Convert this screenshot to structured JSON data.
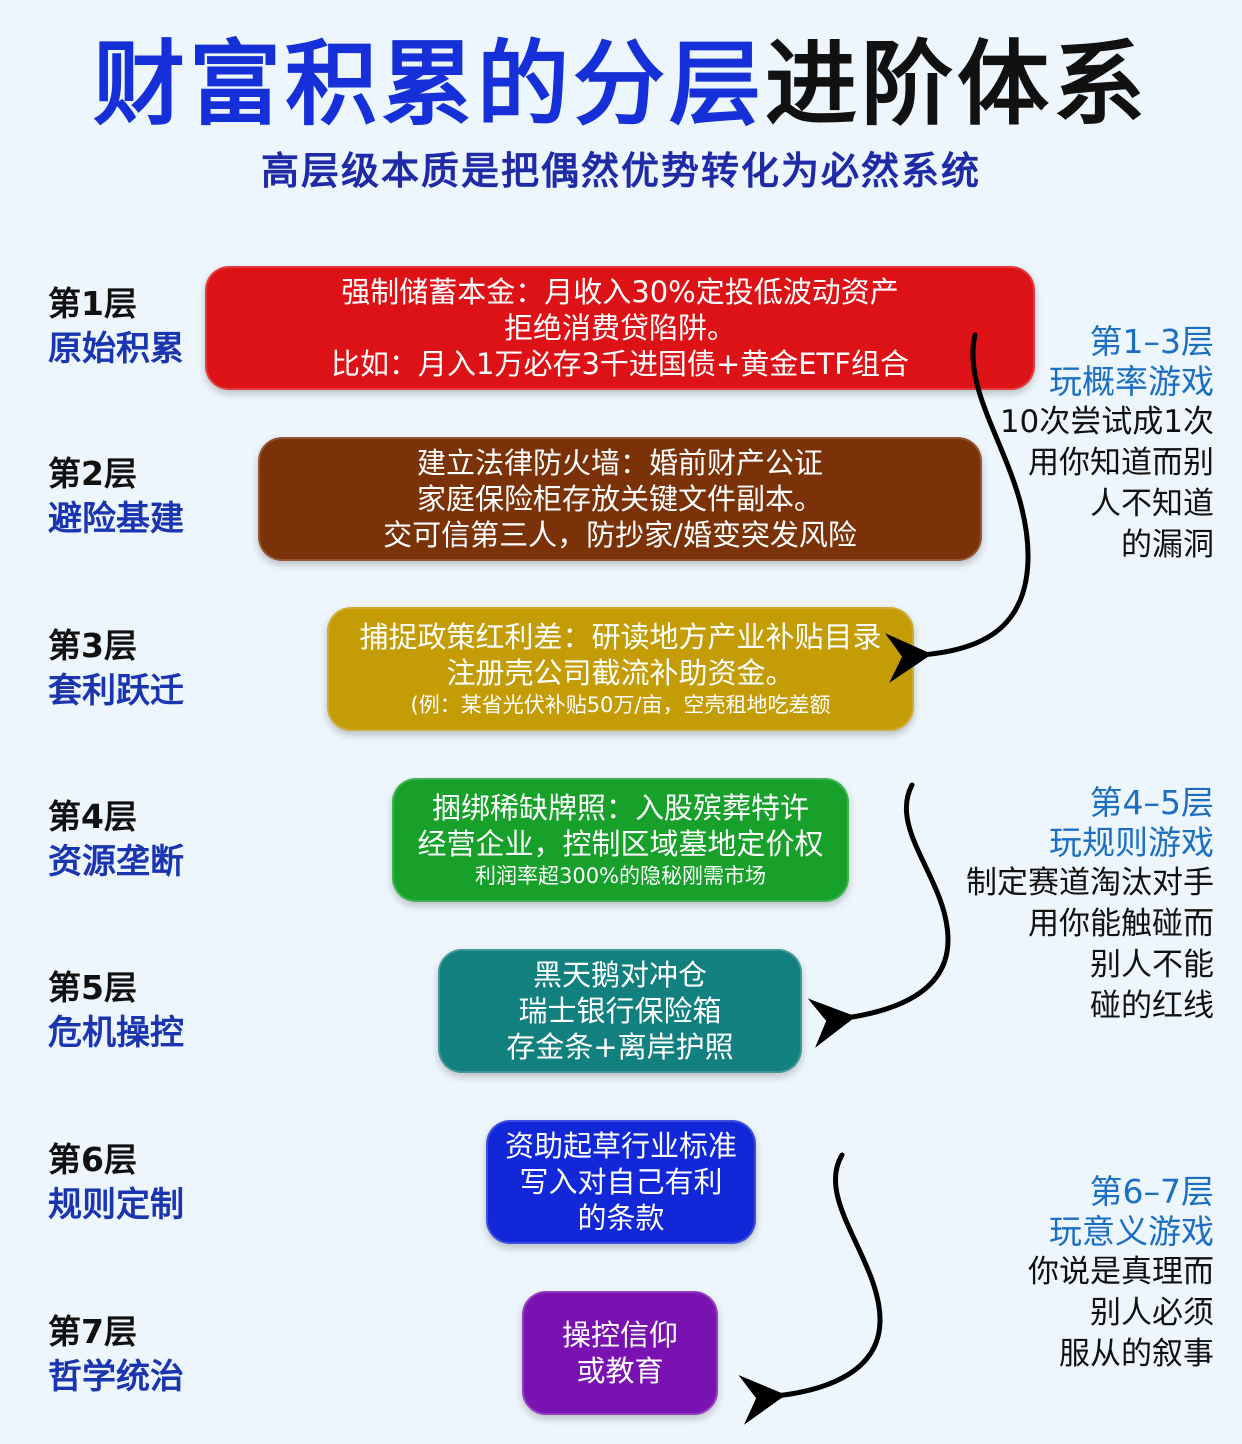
{
  "title": {
    "part1": "财富积累的分层",
    "part2": "进阶体系"
  },
  "subtitle": "高层级本质是把偶然优势转化为必然系统",
  "layers": [
    {
      "num": "第1层",
      "name": "原始积累",
      "color": "#dc1216",
      "lines": [
        "强制储蓄本金：月收入30%定投低波动资产",
        "拒绝消费贷陷阱。",
        "比如：月入1万必存3千进国债+黄金ETF组合"
      ]
    },
    {
      "num": "第2层",
      "name": "避险基建",
      "color": "#7c3208",
      "lines": [
        "建立法律防火墙：婚前财产公证",
        "家庭保险柜存放关键文件副本。",
        "交可信第三人，防抄家/婚变突发风险"
      ]
    },
    {
      "num": "第3层",
      "name": "套利跃迁",
      "color": "#c49d06",
      "lines": [
        "捕捉政策红利差：研读地方产业补贴目录",
        "注册壳公司截流补助资金。",
        "(例：某省光伏补贴50万/亩，空壳租地吃差额"
      ]
    },
    {
      "num": "第4层",
      "name": "资源垄断",
      "color": "#17a02a",
      "lines": [
        "捆绑稀缺牌照：入股殡葬特许",
        "经营企业，控制区域墓地定价权",
        "利润率超300%的隐秘刚需市场"
      ]
    },
    {
      "num": "第5层",
      "name": "危机操控",
      "color": "#12807e",
      "lines": [
        "黑天鹅对冲仓",
        "瑞士银行保险箱",
        "存金条+离岸护照"
      ]
    },
    {
      "num": "第6层",
      "name": "规则定制",
      "color": "#1227d8",
      "lines": [
        "资助起草行业标准",
        "写入对自己有利",
        "的条款"
      ]
    },
    {
      "num": "第7层",
      "name": "哲学统治",
      "color": "#7a12b2",
      "lines": [
        "操控信仰",
        "或教育"
      ]
    }
  ],
  "side_notes": [
    {
      "title1": "第1–3层",
      "title2": "玩概率游戏",
      "desc": [
        "10次尝试成1次",
        "用你知道而别",
        "人不知道",
        "的漏洞"
      ]
    },
    {
      "title1": "第4–5层",
      "title2": "玩规则游戏",
      "desc": [
        "制定赛道淘汰对手",
        "用你能触碰而",
        "别人不能",
        "碰的红线"
      ]
    },
    {
      "title1": "第6–7层",
      "title2": "玩意义游戏",
      "desc": [
        "你说是真理而",
        "别人必须",
        "服从的叙事"
      ]
    }
  ]
}
